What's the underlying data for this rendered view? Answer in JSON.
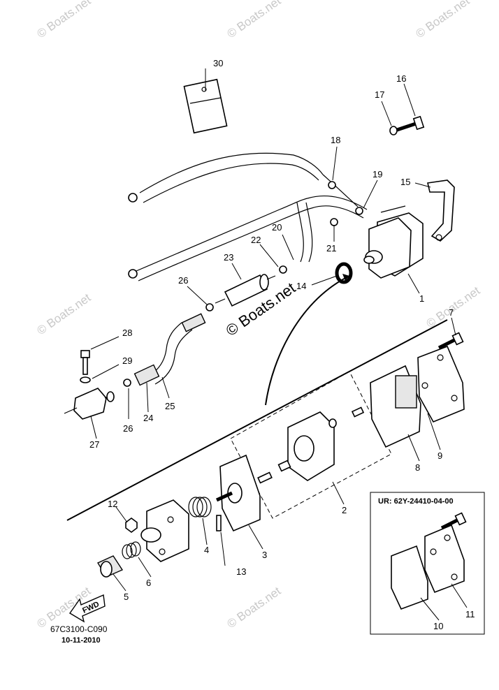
{
  "watermark": "© Boats.net",
  "center_watermark": "© Boats.net",
  "drawing_code": "67C3100-C090",
  "drawing_date": "10-11-2010",
  "fwd_label": "FWD",
  "inset_title": "UR: 62Y-24410-04-00",
  "callouts": {
    "p1": "1",
    "p2": "2",
    "p3": "3",
    "p4": "4",
    "p5": "5",
    "p6": "6",
    "p7": "7",
    "p8": "8",
    "p9": "9",
    "p10": "10",
    "p11": "11",
    "p12": "12",
    "p13": "13",
    "p14": "14",
    "p15": "15",
    "p16": "16",
    "p17": "17",
    "p18": "18",
    "p19": "19",
    "p20": "20",
    "p21": "21",
    "p22": "22",
    "p23": "23",
    "p24": "24",
    "p25": "25",
    "p26a": "26",
    "p26b": "26",
    "p27": "27",
    "p28": "28",
    "p29": "29",
    "p30": "30"
  }
}
